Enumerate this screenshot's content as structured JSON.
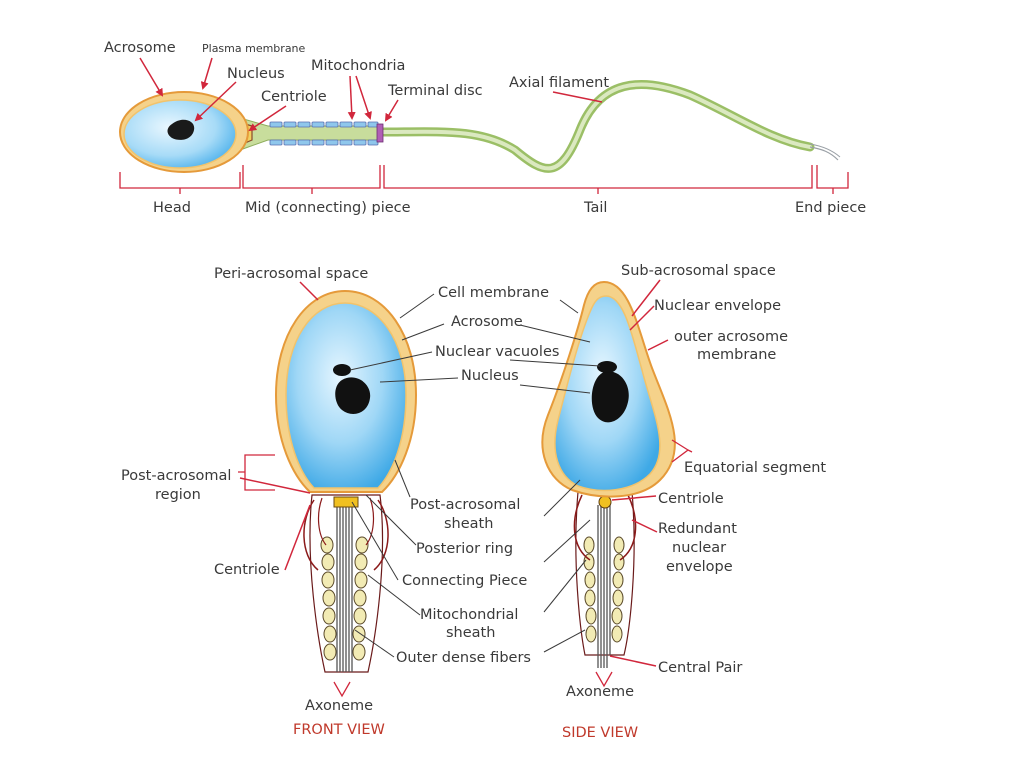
{
  "top_diagram": {
    "labels": {
      "acrosome": "Acrosome",
      "plasma_membrane": "Plasma membrane",
      "nucleus": "Nucleus",
      "centriole": "Centriole",
      "mitochondria": "Mitochondria",
      "terminal_disc": "Terminal disc",
      "axial_filament": "Axial filament"
    },
    "regions": {
      "head": "Head",
      "mid_piece": "Mid (connecting) piece",
      "tail": "Tail",
      "end_piece": "End piece"
    }
  },
  "front_view": {
    "title": "FRONT VIEW",
    "labels": {
      "peri_acrosomal_space": "Peri-acrosomal space",
      "cell_membrane": "Cell membrane",
      "acrosome": "Acrosome",
      "nuclear_vacuoles": "Nuclear vacuoles",
      "nucleus": "Nucleus",
      "post_acrosomal_region_1": "Post-acrosomal",
      "post_acrosomal_region_2": "region",
      "post_acrosomal_sheath_1": "Post-acrosomal",
      "post_acrosomal_sheath_2": "sheath",
      "posterior_ring": "Posterior ring",
      "centriole": "Centriole",
      "connecting_piece": "Connecting Piece",
      "mitochondrial_sheath_1": "Mitochondrial",
      "mitochondrial_sheath_2": "sheath",
      "outer_dense_fibers": "Outer dense fibers",
      "axoneme": "Axoneme"
    }
  },
  "side_view": {
    "title": "SIDE VIEW",
    "labels": {
      "sub_acrosomal_space": "Sub-acrosomal space",
      "nuclear_envelope": "Nuclear envelope",
      "outer_acrosome_membrane_1": "outer acrosome",
      "outer_acrosome_membrane_2": "membrane",
      "equatorial_segment": "Equatorial segment",
      "centriole": "Centriole",
      "redundant_nuclear_envelope_1": "Redundant",
      "redundant_nuclear_envelope_2": "nuclear",
      "redundant_nuclear_envelope_3": "envelope",
      "central_pair": "Central Pair",
      "axoneme": "Axoneme"
    }
  },
  "colors": {
    "cytoplasm_blue": "#3fa9e6",
    "acrosome_yellow": "#f5d28a",
    "membrane_orange": "#e59a3a",
    "tail_green": "#b8d38a",
    "pointer_red": "#d1273c",
    "caption_red": "#c0392b"
  }
}
